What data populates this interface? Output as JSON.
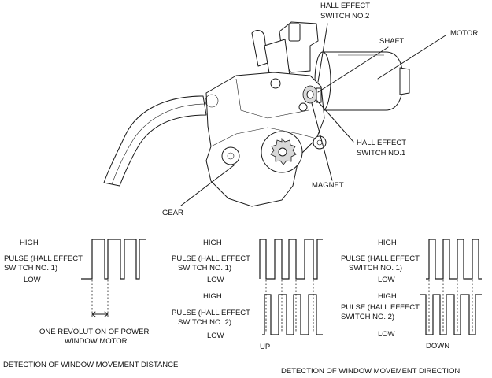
{
  "motor_labels": {
    "hall_switch_2": [
      "HALL EFFECT",
      "SWITCH NO.2"
    ],
    "shaft": "SHAFT",
    "motor": "MOTOR",
    "hall_switch_1": [
      "HALL EFFECT",
      "SWITCH NO.1"
    ],
    "magnet": "MAGNET",
    "gear": "GEAR"
  },
  "panel_distance": {
    "high": "HIGH",
    "pulse": [
      "PULSE (HALL EFFECT",
      "SWITCH NO. 1)"
    ],
    "low": "LOW",
    "revolution": [
      "ONE REVOLUTION OF POWER",
      "WINDOW MOTOR"
    ],
    "caption": "DETECTION OF WINDOW MOVEMENT DISTANCE"
  },
  "panel_up": {
    "high1": "HIGH",
    "pulse1": [
      "PULSE (HALL EFFECT",
      "SWITCH NO. 1)"
    ],
    "low1": "LOW",
    "high2": "HIGH",
    "pulse2": [
      "PULSE (HALL EFFECT",
      "SWITCH NO. 2)"
    ],
    "low2": "LOW",
    "direction": "UP"
  },
  "panel_down": {
    "high1": "HIGH",
    "pulse1": [
      "PULSE (HALL EFFECT",
      "SWITCH NO. 1)"
    ],
    "low1": "LOW",
    "high2": "HIGH",
    "pulse2": [
      "PULSE (HALL EFFECT",
      "SWITCH NO. 2)"
    ],
    "low2": "LOW",
    "direction": "DOWN"
  },
  "caption_direction": "DETECTION OF WINDOW MOVEMENT DIRECTION"
}
